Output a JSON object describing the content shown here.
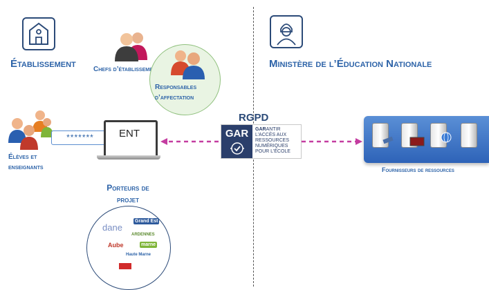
{
  "left_section": {
    "title": "Établissement",
    "chefs_label": "Chefs d’établissement",
    "responsables_label": "Responsables d’affectation",
    "eleves_label_line1": "Élèves et",
    "eleves_label_line2": "enseignants",
    "password_mask": "*******",
    "ent_label": "ENT",
    "porteurs_label_line1": "Porteurs de",
    "porteurs_label_line2": "projet"
  },
  "center": {
    "rgpd_label": "RGPD",
    "gar_logo_text": "GAR",
    "gar_tagline_bold": "GAR",
    "gar_tagline_rest1": "ANTIR",
    "gar_tagline_line2": "L’ACCÈS AUX",
    "gar_tagline_line3": "RESSOURCES",
    "gar_tagline_line4": "NUMÉRIQUES",
    "gar_tagline_line5": "POUR L’ÉCOLE"
  },
  "right_section": {
    "title": "Ministère de l’Éducation Nationale",
    "fournisseurs_label": "Fournisseurs de ressources"
  },
  "partner_logos": {
    "dane": "dane",
    "grand_est": "Grand Est",
    "ardennes": "ARDENNES",
    "aube": "Aube",
    "marne": "marne",
    "haute_marne": "Haute Marne"
  },
  "colors": {
    "title_blue": "#2d63a8",
    "navy": "#2b4a78",
    "gar_navy": "#2b3f6b",
    "arrow_magenta": "#c43ca0",
    "circle_green": "#e9f4e3"
  },
  "icons": [
    "school-building-icon",
    "marianne-icon",
    "people-icon",
    "laptop-icon",
    "server-icon",
    "shield-check-icon"
  ]
}
